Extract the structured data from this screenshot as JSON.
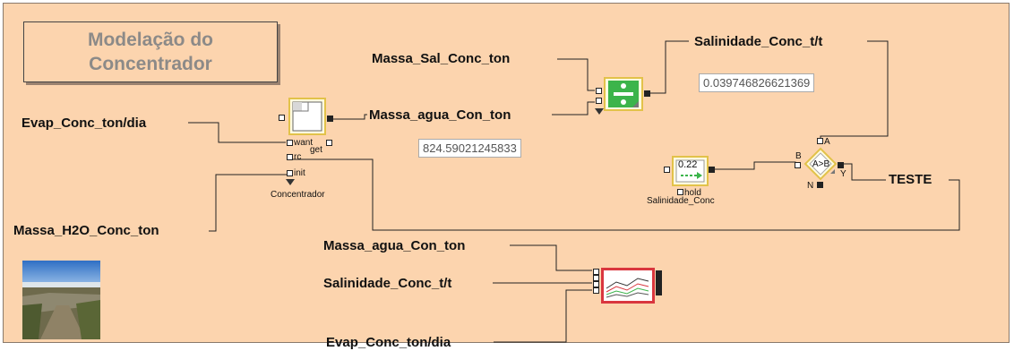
{
  "title": {
    "line1": "Modelação do",
    "line2": "Concentrador"
  },
  "labels": {
    "evap_in": "Evap_Conc_ton/dia",
    "massa_h2o": "Massa_H2O_Conc_ton",
    "massa_sal": "Massa_Sal_Conc_ton",
    "massa_agua": "Massa_agua_Con_ton",
    "salinidade": "Salinidade_Conc_t/t",
    "teste": "TESTE",
    "graph_in_1": "Massa_agua_Con_ton",
    "graph_in_2": "Salinidade_Conc_t/t",
    "graph_in_3": "Evap_Conc_ton/dia"
  },
  "values": {
    "salinidade": "0.039746826621369",
    "massa_agua": "824.59021245833",
    "constant": "0.22"
  },
  "concentrador": {
    "name": "Concentrador",
    "port_want": "want",
    "port_get": "get",
    "port_rc": "rc",
    "port_init": "init"
  },
  "constant_block": {
    "name": "Salinidade_Conc",
    "port_hold": "hold"
  },
  "selector": {
    "text": "A>B",
    "port_a": "A",
    "port_b": "B",
    "port_n": "N",
    "port_y": "Y"
  },
  "colors": {
    "canvas": "#fcd4ae",
    "block_border": "#e2c24a",
    "divide_fill": "#3cb44b",
    "graph_border": "#d9363e",
    "wire": "#222222"
  },
  "icons": {
    "divide": "divide-icon",
    "reservoir": "reservoir-icon",
    "selector": "selector-icon",
    "graph": "graph-icon",
    "photo": "saltpan-photo"
  }
}
